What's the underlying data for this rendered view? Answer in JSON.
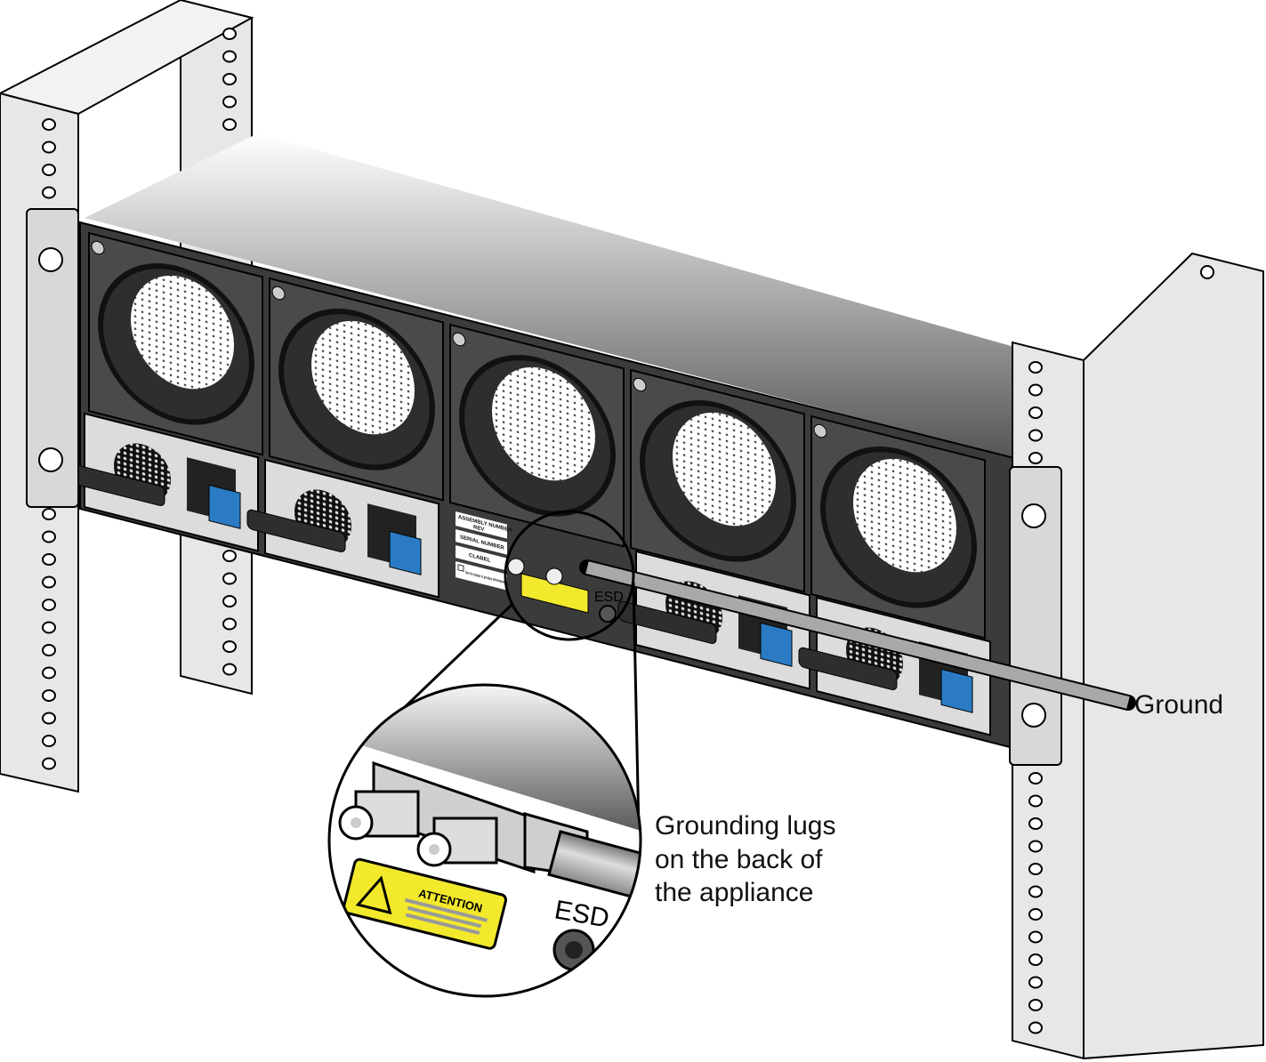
{
  "callouts": {
    "ground": "Ground",
    "lugs_line1": "Grounding lugs",
    "lugs_line2": "on the back of",
    "lugs_line3": "the appliance"
  },
  "labels": {
    "esd": "ESD",
    "attention": "ATTENTION",
    "assembly": "ASSEMBLY NUMBER",
    "rev": "REV",
    "serial": "SERIAL NUMBER",
    "clabel": "CLABEL",
    "small_note": "See for proper & product information"
  },
  "colors": {
    "chassis": "#3b3b3b",
    "rail": "#e6e7e8",
    "warning_label": "#f2e92c",
    "power_clip": "#2a7bc4",
    "cable": "#9a9a9a"
  }
}
